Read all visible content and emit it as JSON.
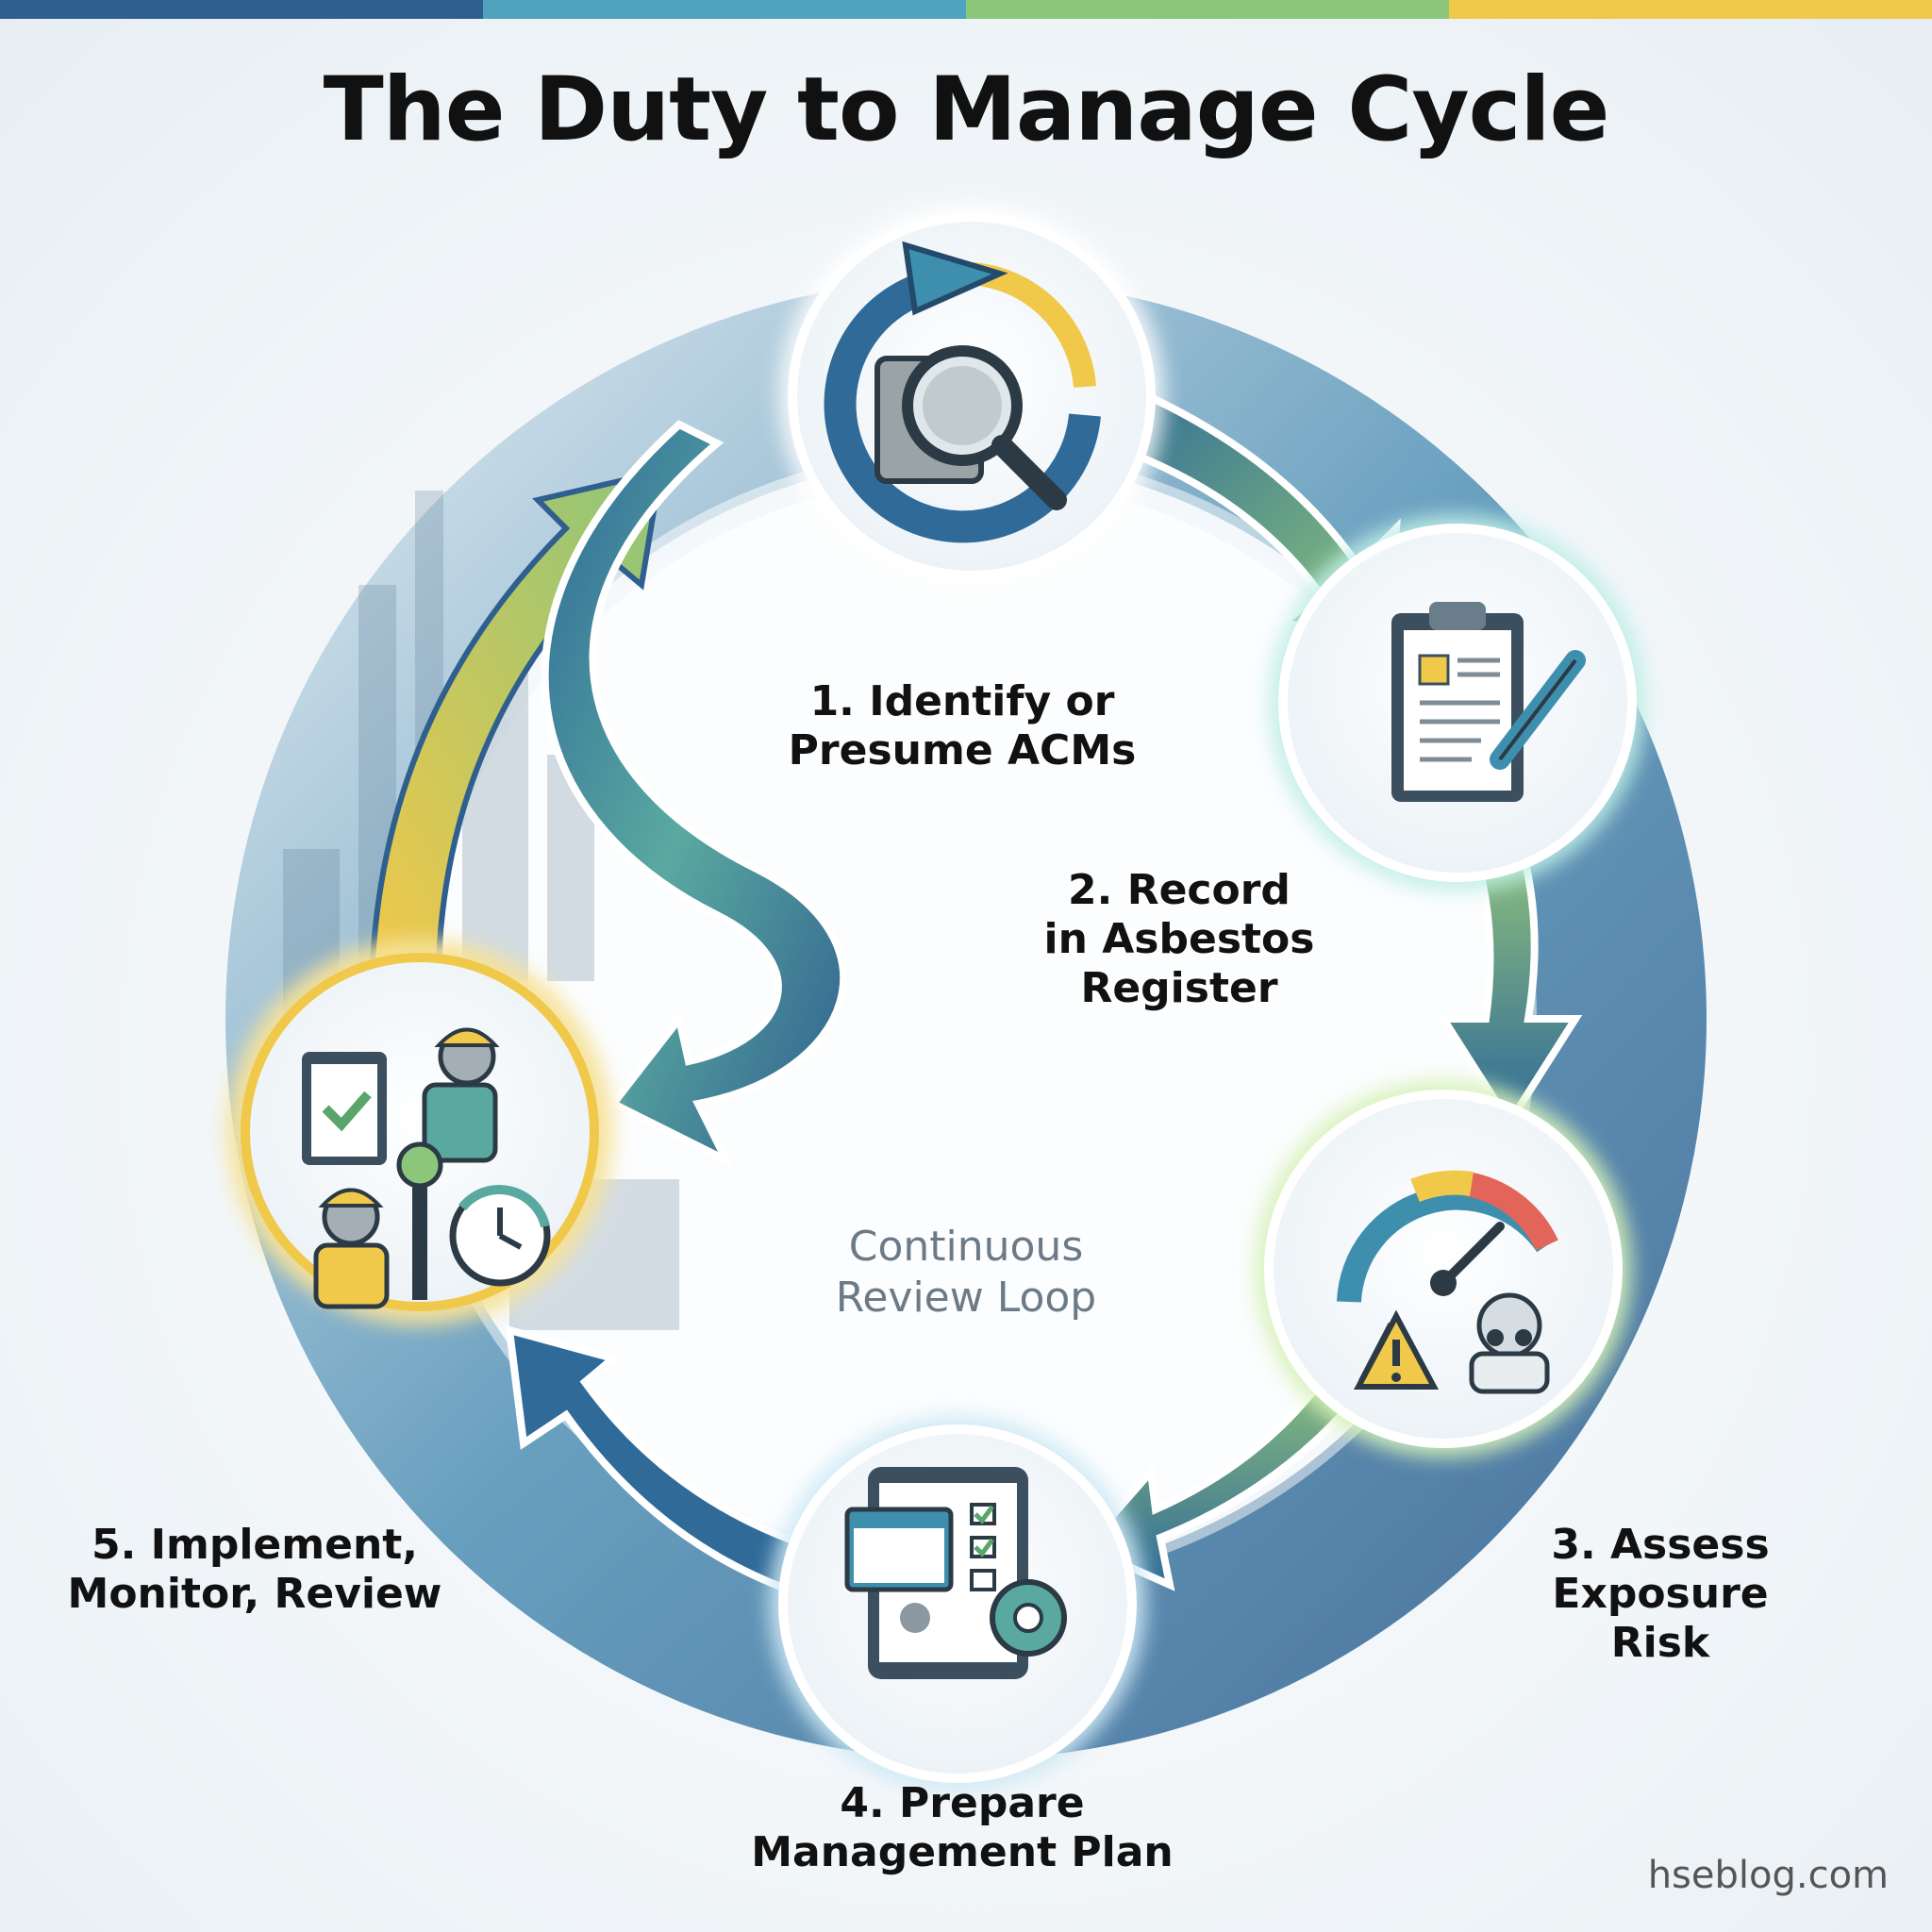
{
  "title": "The Duty to Manage Cycle",
  "steps": [
    {
      "line1": "1. Identify or",
      "line2": "Presume ACMs",
      "icon": "magnifying-glass-icon"
    },
    {
      "line1": "2. Record",
      "line2": "in Asbestos",
      "line3": "Register",
      "icon": "clipboard-pen-icon"
    },
    {
      "line1": "3. Assess",
      "line2": "Exposure",
      "line3": "Risk",
      "icon": "gauge-warning-icon"
    },
    {
      "line1": "4. Prepare",
      "line2": "Management Plan",
      "icon": "tablet-plan-icon"
    },
    {
      "line1": "5. Implement,",
      "line2": "Monitor, Review",
      "icon": "workers-review-icon"
    }
  ],
  "center": {
    "line1": "Continuous",
    "line2": "Review Loop"
  },
  "watermark": "hseblog.com",
  "colors": {
    "dark_blue": "#2f5f8f",
    "teal": "#3e8fae",
    "green": "#8cc67a",
    "yellow": "#f0c84a",
    "topbar": [
      "#2f5f8f",
      "#4fa3bf",
      "#8cc67a",
      "#f0c84a"
    ]
  }
}
